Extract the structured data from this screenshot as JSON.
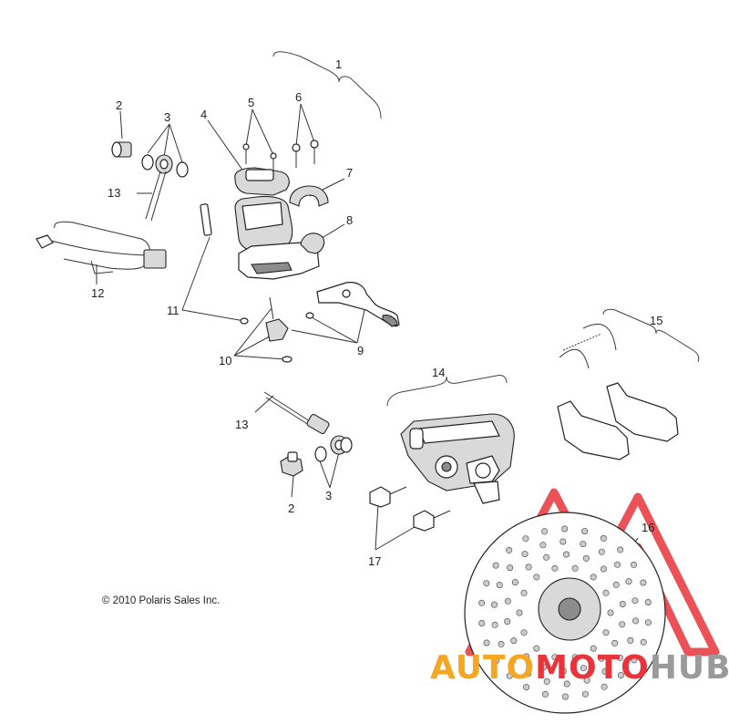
{
  "diagram": {
    "callouts": [
      "1",
      "2",
      "3",
      "4",
      "5",
      "6",
      "7",
      "8",
      "9",
      "10",
      "11",
      "12",
      "13",
      "14",
      "15",
      "16",
      "17"
    ],
    "lower_callouts": [
      "13",
      "2",
      "3"
    ],
    "copyright": "© 2010 Polaris Sales Inc."
  },
  "watermark": {
    "brand_part1": "AUTO",
    "brand_part2": "MOTO",
    "brand_part3": "HUB",
    "colors": {
      "orange": "#f5a623",
      "red": "#e8343a",
      "gray": "#9a9a9a"
    }
  }
}
